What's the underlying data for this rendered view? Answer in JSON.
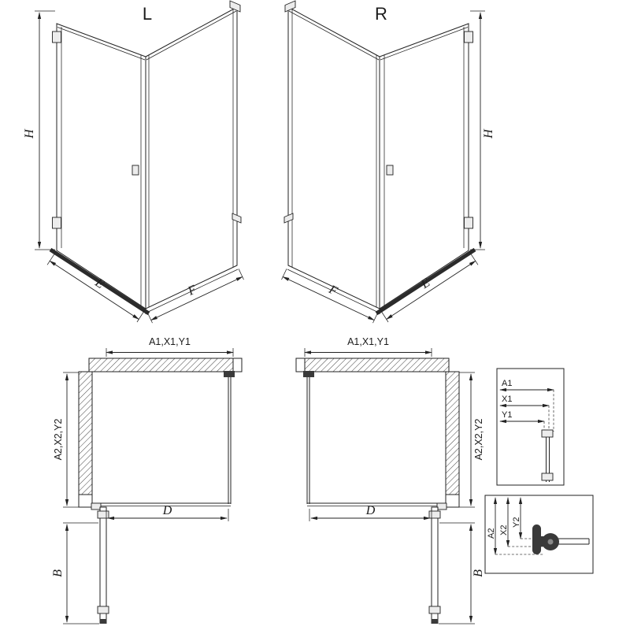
{
  "drawing": {
    "iso_left": {
      "label": "L",
      "dim_height": "H",
      "dim_front": "E",
      "dim_side": "F"
    },
    "iso_right": {
      "label": "R",
      "dim_height": "H",
      "dim_front": "E",
      "dim_side": "F"
    },
    "plan_left": {
      "dim_width_top": "A1,X1,Y1",
      "dim_depth_side": "A2,X2,Y2",
      "dim_inner_width": "D",
      "dim_door_depth": "B"
    },
    "plan_right": {
      "dim_width_top": "A1,X1,Y1",
      "dim_depth_side": "A2,X2,Y2",
      "dim_inner_width": "D",
      "dim_door_depth": "B"
    },
    "detail_horizontal": {
      "dim_a1": "A1",
      "dim_x1": "X1",
      "dim_y1": "Y1"
    },
    "detail_vertical": {
      "dim_a2": "A2",
      "dim_x2": "X2",
      "dim_y2": "Y2"
    },
    "colors": {
      "line": "#222222",
      "sill": "#2b2b2b",
      "hatch": "#444444",
      "background": "#ffffff"
    }
  }
}
